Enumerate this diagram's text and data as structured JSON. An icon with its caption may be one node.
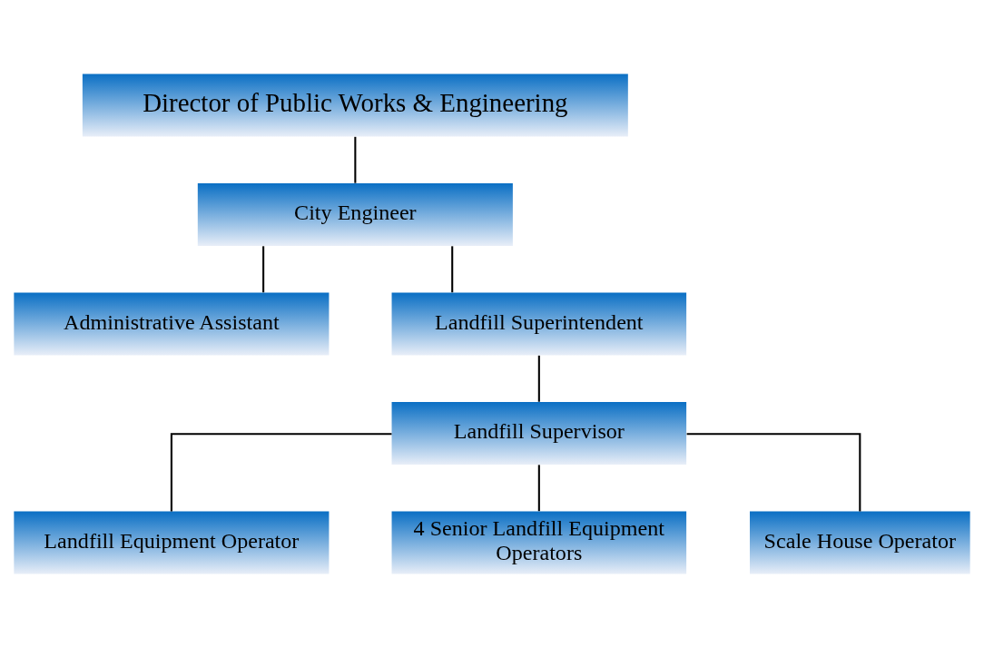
{
  "diagram": {
    "nodes": [
      {
        "text": [
          "Director of Public Works & Engineering"
        ]
      },
      {
        "text": [
          "City Engineer"
        ]
      },
      {
        "text": [
          "Administrative Assistant"
        ]
      },
      {
        "text": [
          "Landfill Superintendent"
        ]
      },
      {
        "text": [
          "Landfill Supervisor"
        ]
      },
      {
        "text": [
          "Landfill Equipment Operator"
        ]
      },
      {
        "text": [
          "4 Senior Landfill Equipment Operators"
        ]
      },
      {
        "text": [
          "Scale House Operator"
        ]
      }
    ],
    "edges": [
      {
        "from": 0,
        "to": 1,
        "arrow": "none"
      },
      {
        "from": 1,
        "to": 2,
        "arrow": "none"
      },
      {
        "from": 1,
        "to": 3,
        "arrow": "none"
      },
      {
        "from": 3,
        "to": 4,
        "arrow": "none"
      },
      {
        "from": 4,
        "to": 5,
        "arrow": "none"
      },
      {
        "from": 4,
        "to": 6,
        "arrow": "none"
      },
      {
        "from": 4,
        "to": 7,
        "arrow": "none"
      }
    ]
  }
}
